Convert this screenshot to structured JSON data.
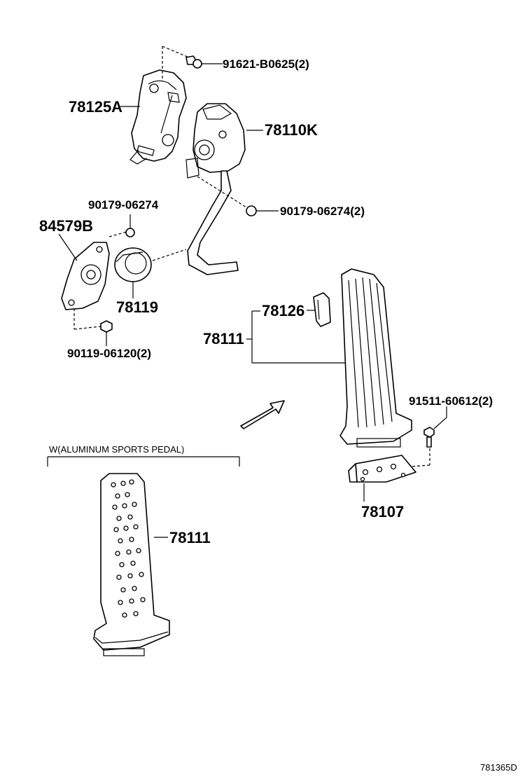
{
  "diagram": {
    "drawing_code": "781365D",
    "option_note": "W(ALUMINUM SPORTS PEDAL)",
    "labels": {
      "bolt_top": "91621-B0625(2)",
      "bracket_upper": "78125A",
      "sensor": "78110K",
      "nut_right": "90179-06274(2)",
      "nut_left": "90179-06274",
      "bracket_left": "84579B",
      "bushing": "78119",
      "screw_left": "90119-06120(2)",
      "pad_retainer": "78126",
      "pedal_pad": "78111",
      "bolt_right": "91511-60612(2)",
      "pedal_bracket": "78107",
      "sports_pedal": "78111"
    }
  }
}
